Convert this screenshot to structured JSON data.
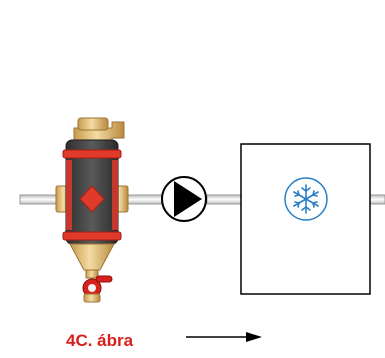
{
  "caption": {
    "text": "4C. ábra",
    "color": "#d8211c"
  },
  "components": {
    "separator": {
      "name": "dirt-separator",
      "body_color": "#4a4a4a",
      "band_color": "#e03a2a",
      "brass_color": "#e8c27a",
      "valve_color": "#d8211c"
    },
    "pump": {
      "name": "circulation-pump",
      "symbol_color": "#000000"
    },
    "cooler": {
      "name": "cooling-unit",
      "icon": "snowflake-icon",
      "icon_color": "#2a7fc6"
    }
  },
  "flow": {
    "direction": "left-to-right",
    "icon": "arrow-right-icon"
  },
  "colors": {
    "pipe_fill": "#ffffff",
    "pipe_stroke": "#9a9a9a",
    "line": "#000000"
  }
}
